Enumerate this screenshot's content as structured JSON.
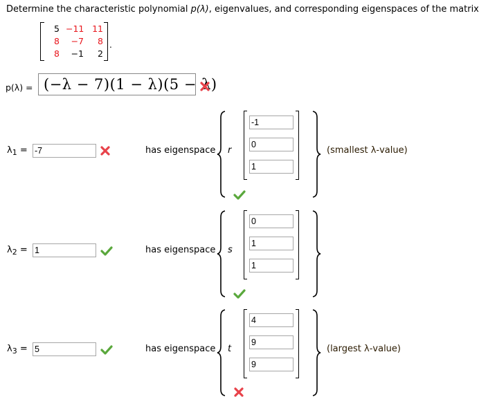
{
  "prompt": {
    "before": "Determine the characteristic polynomial ",
    "p_lambda": "p(λ)",
    "after": ", eigenvalues, and corresponding eigenspaces of the matrix"
  },
  "matrix": {
    "rows": [
      [
        {
          "v": "5",
          "red": false
        },
        {
          "v": "−11",
          "red": true
        },
        {
          "v": "11",
          "red": true
        }
      ],
      [
        {
          "v": "8",
          "red": true
        },
        {
          "v": "−7",
          "red": true
        },
        {
          "v": "8",
          "red": true
        }
      ],
      [
        {
          "v": "8",
          "red": true
        },
        {
          "v": "−1",
          "red": false
        },
        {
          "v": "2",
          "red": false
        }
      ]
    ],
    "period": "."
  },
  "polynomial": {
    "label": "p(λ) =",
    "value": "(−λ − 7)(1 − λ)(5 − λ)",
    "status": "incorrect"
  },
  "eigen_rows": [
    {
      "lambda_label": "λ",
      "lambda_sub": "1",
      "equals": "=",
      "value": "-7",
      "value_status": "incorrect",
      "has_eigenspace": "has eigenspace",
      "param": "r",
      "vector": [
        "-1",
        "0",
        "1"
      ],
      "vector_status": "correct",
      "note": "(smallest λ-value)"
    },
    {
      "lambda_label": "λ",
      "lambda_sub": "2",
      "equals": "=",
      "value": "1",
      "value_status": "correct",
      "has_eigenspace": "has eigenspace",
      "param": "s",
      "vector": [
        "0",
        "1",
        "1"
      ],
      "vector_status": "correct",
      "note": ""
    },
    {
      "lambda_label": "λ",
      "lambda_sub": "3",
      "equals": "=",
      "value": "5",
      "value_status": "correct",
      "has_eigenspace": "has eigenspace",
      "param": "t",
      "vector": [
        "4",
        "9",
        "9"
      ],
      "vector_status": "incorrect",
      "note": "(largest λ-value)"
    }
  ],
  "colors": {
    "incorrect": "#e8424a",
    "correct": "#5aa83c",
    "matrix_highlight": "#e8151c",
    "note_text": "#2a1a00"
  }
}
